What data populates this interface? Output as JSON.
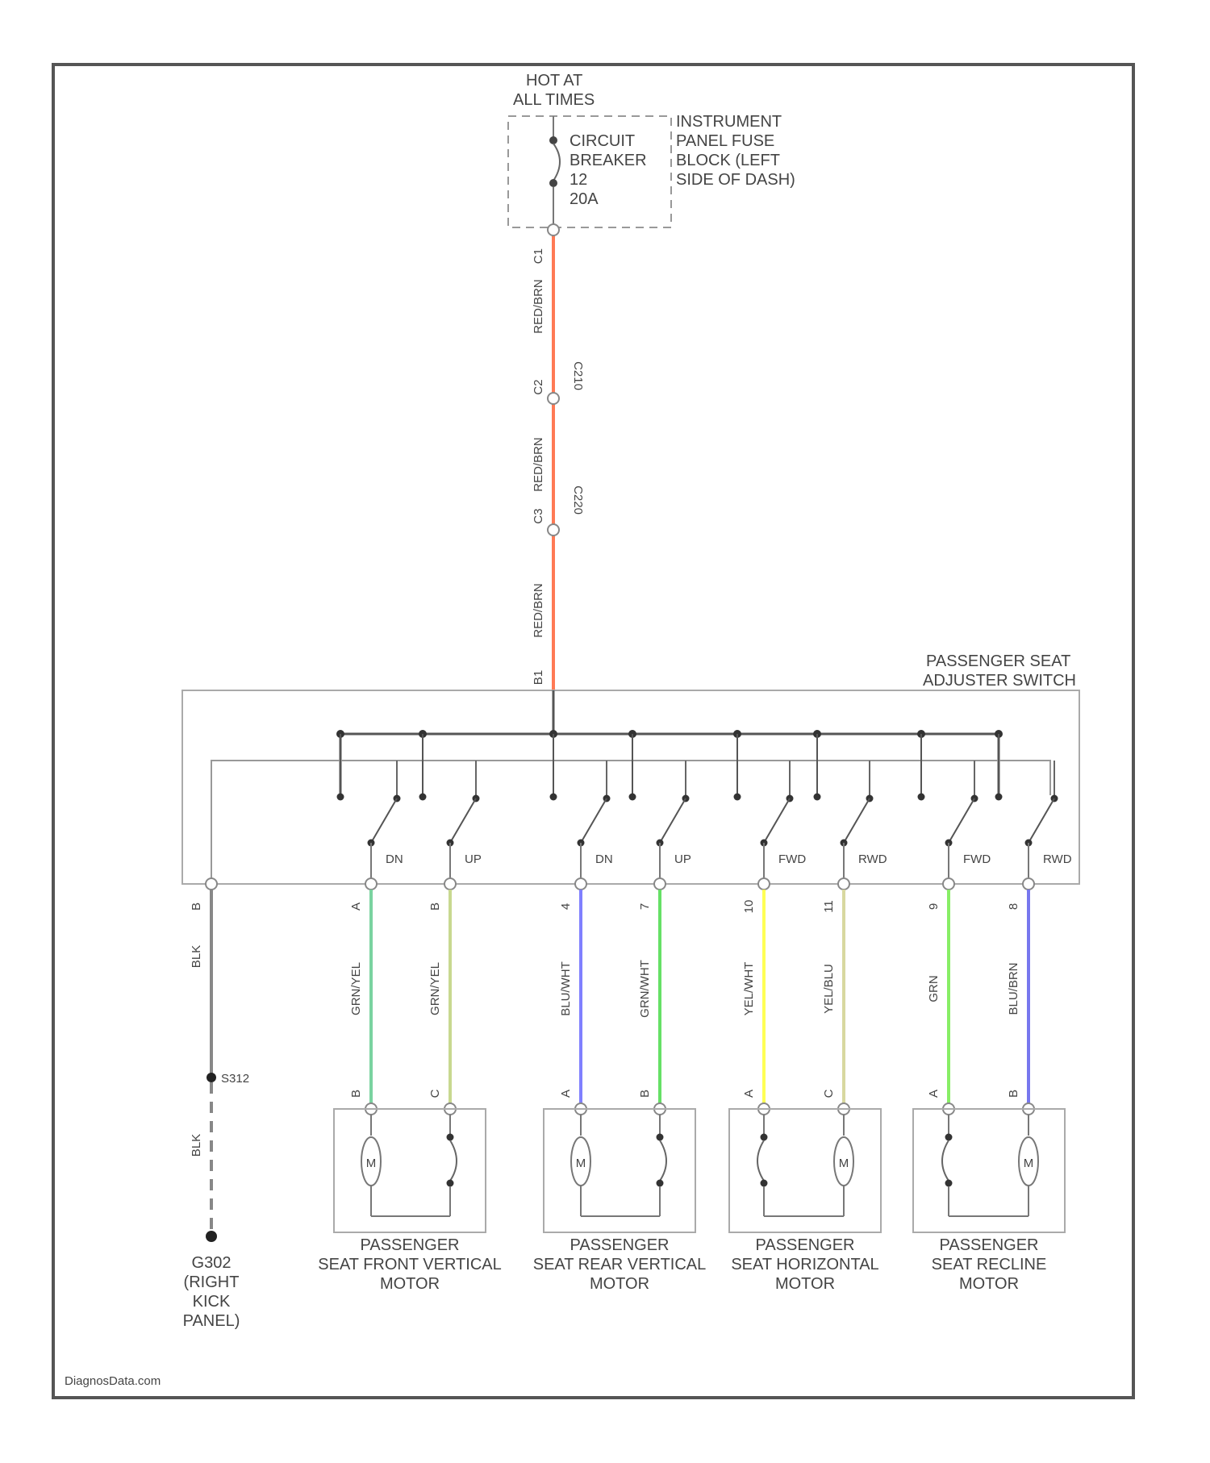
{
  "power_source": {
    "hot_label_1": "HOT AT",
    "hot_label_2": "ALL TIMES",
    "breaker_lines": [
      "CIRCUIT",
      "BREAKER",
      "12",
      "20A"
    ],
    "fuse_block_lines": [
      "INSTRUMENT",
      "PANEL FUSE",
      "BLOCK (LEFT",
      "SIDE OF DASH)"
    ]
  },
  "main_feed": {
    "wire_color": "RED/BRN",
    "pin_labels": [
      "C1",
      "C2",
      "C3",
      "B1"
    ],
    "connector_labels": [
      "C210",
      "C220"
    ],
    "color": "#ff7a55"
  },
  "switch": {
    "title_1": "PASSENGER SEAT",
    "title_2": "ADJUSTER SWITCH",
    "contact_labels": [
      "DN",
      "UP",
      "DN",
      "UP",
      "FWD",
      "RWD",
      "FWD",
      "RWD"
    ]
  },
  "wires": [
    {
      "pin": "A",
      "color_code": "GRN/YEL",
      "color": "#7ad3a0"
    },
    {
      "pin": "B",
      "color_code": "GRN/YEL",
      "color": "#c8d890"
    },
    {
      "pin": "4",
      "color_code": "BLU/WHT",
      "color": "#8080ff"
    },
    {
      "pin": "7",
      "color_code": "GRN/WHT",
      "color": "#66e066"
    },
    {
      "pin": "10",
      "color_code": "YEL/WHT",
      "color": "#ffff55"
    },
    {
      "pin": "11",
      "color_code": "YEL/BLU",
      "color": "#d8d8a0"
    },
    {
      "pin": "9",
      "color_code": "GRN",
      "color": "#88ee66"
    },
    {
      "pin": "8",
      "color_code": "BLU/BRN",
      "color": "#7777ee"
    }
  ],
  "motor_pins": [
    "B",
    "C",
    "A",
    "B",
    "A",
    "C",
    "A",
    "B"
  ],
  "motors": [
    {
      "line1": "PASSENGER",
      "line2": "SEAT FRONT VERTICAL",
      "line3": "MOTOR"
    },
    {
      "line1": "PASSENGER",
      "line2": "SEAT REAR VERTICAL",
      "line3": "MOTOR"
    },
    {
      "line1": "PASSENGER",
      "line2": "SEAT HORIZONTAL",
      "line3": "MOTOR"
    },
    {
      "line1": "PASSENGER",
      "line2": "SEAT RECLINE",
      "line3": "MOTOR"
    }
  ],
  "motor_symbol": "M",
  "ground": {
    "pin": "B",
    "wire_1": "BLK",
    "splice": "S312",
    "wire_2": "BLK",
    "lines": [
      "G302",
      "(RIGHT",
      "KICK",
      "PANEL)"
    ]
  },
  "watermark": "DiagnosData.com"
}
